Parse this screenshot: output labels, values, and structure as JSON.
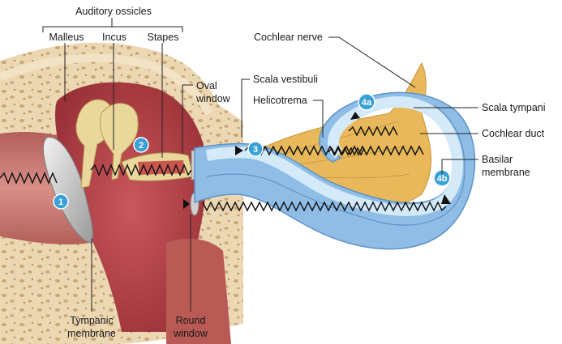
{
  "labels": {
    "auditory_ossicles": "Auditory ossicles",
    "malleus": "Malleus",
    "incus": "Incus",
    "stapes": "Stapes",
    "oval_window_1": "Oval",
    "oval_window_2": "window",
    "cochlear_nerve": "Cochlear nerve",
    "scala_vestibuli": "Scala vestibuli",
    "helicotrema": "Helicotrema",
    "scala_tympani": "Scala tympani",
    "cochlear_duct": "Cochlear duct",
    "basilar_membrane_1": "Basilar",
    "basilar_membrane_2": "membrane",
    "tympanic_membrane_1": "Tympanic",
    "tympanic_membrane_2": "membrane",
    "round_window_1": "Round",
    "round_window_2": "window"
  },
  "steps": [
    "1",
    "2",
    "3",
    "4a",
    "4b"
  ],
  "colors": {
    "bone": "#e9d3ad",
    "bone_pore": "#c9a97a",
    "middle_ear": "#b8474e",
    "canal": "#c97a74",
    "ossicle": "#ead79b",
    "cochlea_outer": "#9cc7ea",
    "cochlea_inner": "#d6ebf9",
    "nerve": "#e8b85a",
    "step_badge": "#3aa0d8"
  }
}
